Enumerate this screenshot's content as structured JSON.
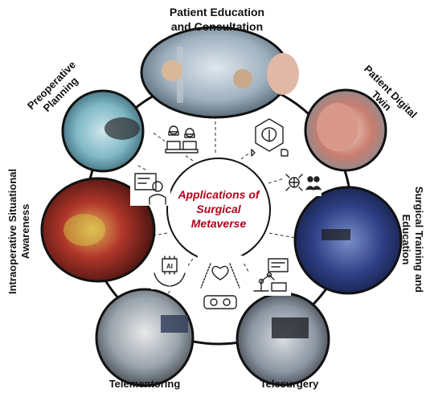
{
  "diagram": {
    "center_label": [
      "Applications of",
      "Surgical",
      "Metaverse"
    ],
    "nodes": [
      {
        "id": "patient-education",
        "label": [
          "Patient Education",
          "and Consultation"
        ]
      },
      {
        "id": "patient-digital-twin",
        "label": [
          "Patient Digital",
          "Twin"
        ]
      },
      {
        "id": "surgical-training",
        "label": [
          "Surgical Training and",
          "Education"
        ]
      },
      {
        "id": "telesurgery",
        "label": [
          "Telesurgery"
        ]
      },
      {
        "id": "telementoring",
        "label": [
          "Telementoring"
        ]
      },
      {
        "id": "intraoperative",
        "label": [
          "Intraoperative Situational",
          "Awareness"
        ]
      },
      {
        "id": "preoperative",
        "label": [
          "Preoperative",
          "Planning"
        ]
      }
    ],
    "icons": [
      "vr-consultation-icon",
      "brain-digital-twin-icon",
      "network-people-icon",
      "robotic-arm-icon",
      "vr-headset-heart-icon",
      "ai-hands-icon",
      "doctor-screen-icon"
    ],
    "colors": {
      "accent": "#b3001b",
      "ring": "#111111",
      "photo_border": "#111111"
    }
  }
}
